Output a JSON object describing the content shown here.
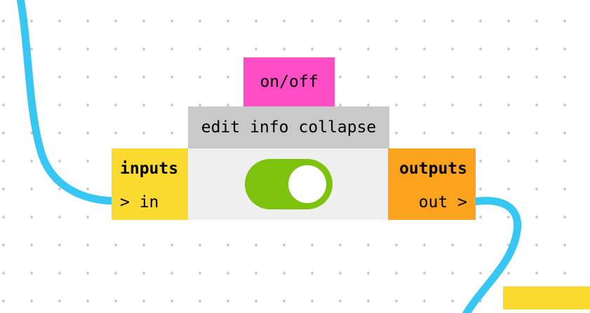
{
  "canvas": {
    "background_color": "#ffffff",
    "dot_color": "#c9c9c9",
    "wire_color": "#38c6f2"
  },
  "node": {
    "title": "on/off",
    "title_bg": "#ff4dc6",
    "toolbar": {
      "bg": "#c9c9c9",
      "actions": [
        {
          "label": "edit"
        },
        {
          "label": "info"
        },
        {
          "label": "collapse"
        }
      ]
    },
    "body": {
      "bg": "#efefef",
      "toggle": {
        "state": "on",
        "on_color": "#7dc20d",
        "knob_color": "#ffffff"
      }
    },
    "inputs": {
      "label": "inputs",
      "bg": "#fbda2f",
      "ports": [
        {
          "label": "> in"
        }
      ]
    },
    "outputs": {
      "label": "outputs",
      "bg": "#fca31e",
      "ports": [
        {
          "label": "out >"
        }
      ]
    }
  },
  "partial_node": {
    "bg": "#fbda2f"
  }
}
